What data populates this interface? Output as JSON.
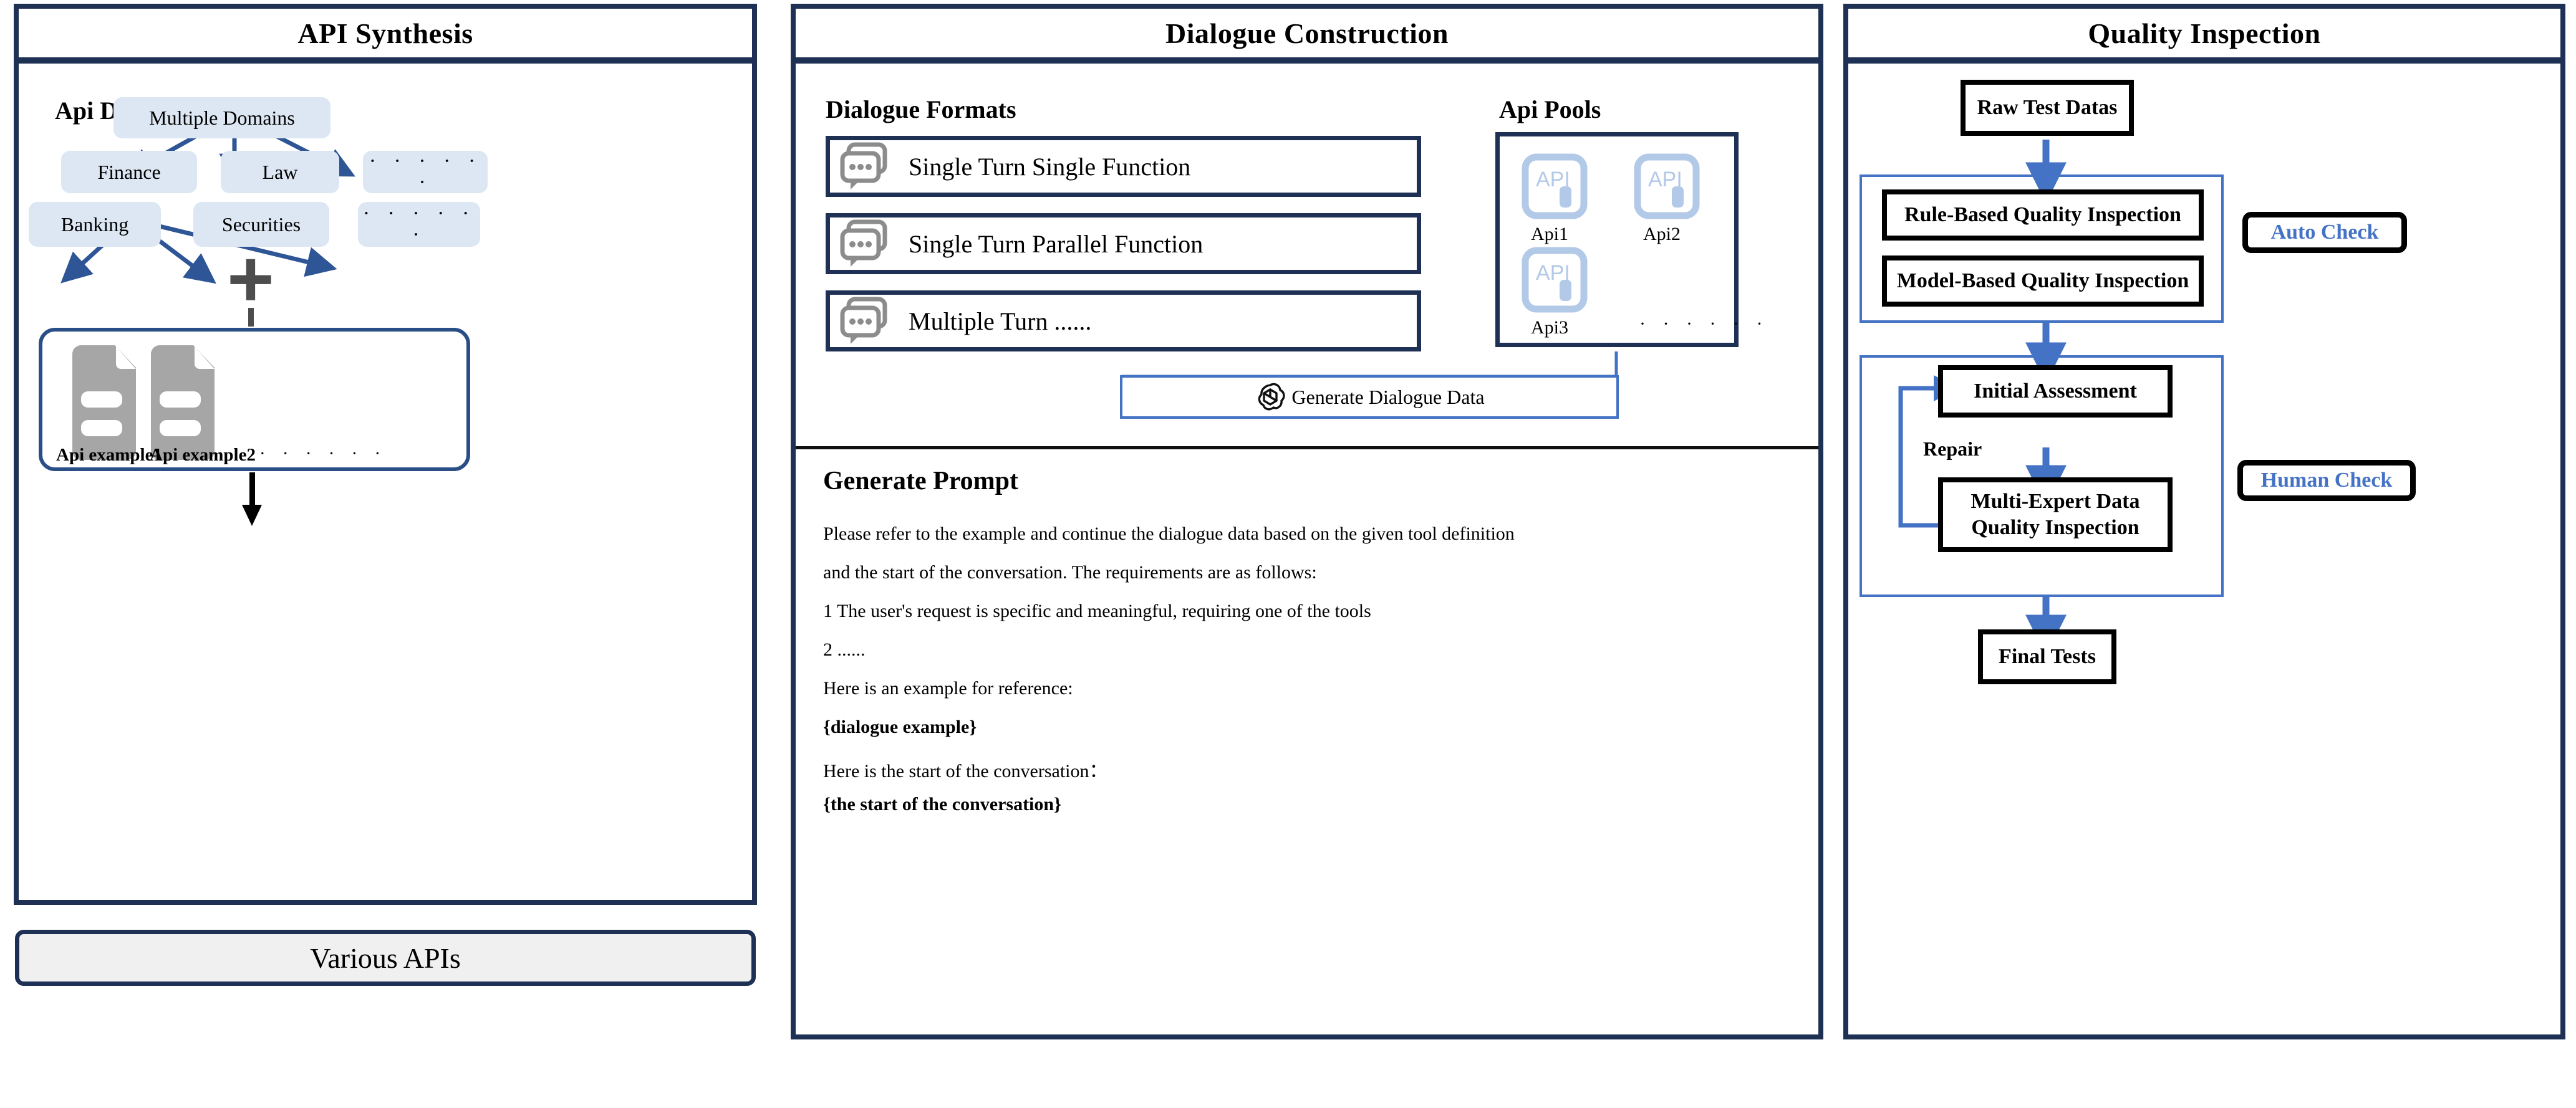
{
  "colors": {
    "panel_border": "#1e3054",
    "domain_box_fill": "#dce7f3",
    "arrow_blue": "#4472c4",
    "tree_arrow_blue": "#2e5596",
    "api_icon_blue": "#b3c9e8",
    "doc_icon_gray": "#a6a6a6",
    "chat_icon_gray": "#8c8c8c",
    "check_text_blue": "#4472c4",
    "various_fill": "#f0f0f0"
  },
  "panels": [
    {
      "id": "api-synthesis",
      "title": "API Synthesis"
    },
    {
      "id": "dialogue-construction",
      "title": "Dialogue Construction"
    },
    {
      "id": "quality-inspection",
      "title": "Quality Inspection"
    }
  ],
  "api_synthesis": {
    "section_label": "Api Domain",
    "tree": {
      "root": "Multiple Domains",
      "level1": [
        "Finance",
        "Law",
        "· · · · · ·"
      ],
      "level2": [
        "Banking",
        "Securities",
        "· · · · · ·"
      ]
    },
    "plus_symbol": "+",
    "examples": {
      "items": [
        "Api example1",
        "Api example2"
      ],
      "ellipsis": "· · · · · ·",
      "icon": "document-icon"
    },
    "output_box": "Various  APIs"
  },
  "dialogue_construction": {
    "formats_label": "Dialogue Formats",
    "formats": [
      {
        "label": "Single Turn Single Function",
        "icon": "chat-bubble-icon"
      },
      {
        "label": "Single Turn Parallel Function",
        "icon": "chat-bubble-icon"
      },
      {
        "label": "Multiple Turn ......",
        "icon": "chat-bubble-icon"
      }
    ],
    "api_pools_label": "Api Pools",
    "api_pool": {
      "items": [
        "Api1",
        "Api2",
        "Api3"
      ],
      "icon_text": "API",
      "ellipsis": "· · · · · ·"
    },
    "generate": {
      "label": "Generate Dialogue Data",
      "icon": "openai-logo-icon"
    },
    "prompt": {
      "title": "Generate Prompt",
      "lines": [
        {
          "text": "Please refer to the example and continue the dialogue data based on the given tool definition",
          "bold": false
        },
        {
          "text": "and the start of the conversation.  The requirements  are as follows:",
          "bold": false
        },
        {
          "text": "1 The user's request is specific and meaningful, requiring one of the tools",
          "bold": false
        },
        {
          "text": "2 ......",
          "bold": false
        },
        {
          "text": "Here is an example for reference:",
          "bold": false
        },
        {
          "text": "{dialogue example}",
          "bold": true
        },
        {
          "text": "Here is the start of the conversation：",
          "bold": false
        },
        {
          "text": "{the start of the conversation}",
          "bold": true
        }
      ]
    }
  },
  "quality_inspection": {
    "raw": "Raw Test Datas",
    "auto": {
      "steps": [
        "Rule-Based Quality Inspection",
        "Model-Based Quality Inspection"
      ],
      "tag": "Auto Check"
    },
    "human": {
      "steps": [
        "Initial Assessment",
        "Multi-Expert Data\nQuality Inspection"
      ],
      "step1": "Initial Assessment",
      "step2_line1": "Multi-Expert Data",
      "step2_line2": "Quality Inspection",
      "repair_label": "Repair",
      "tag": "Human Check"
    },
    "final": "Final Tests"
  }
}
